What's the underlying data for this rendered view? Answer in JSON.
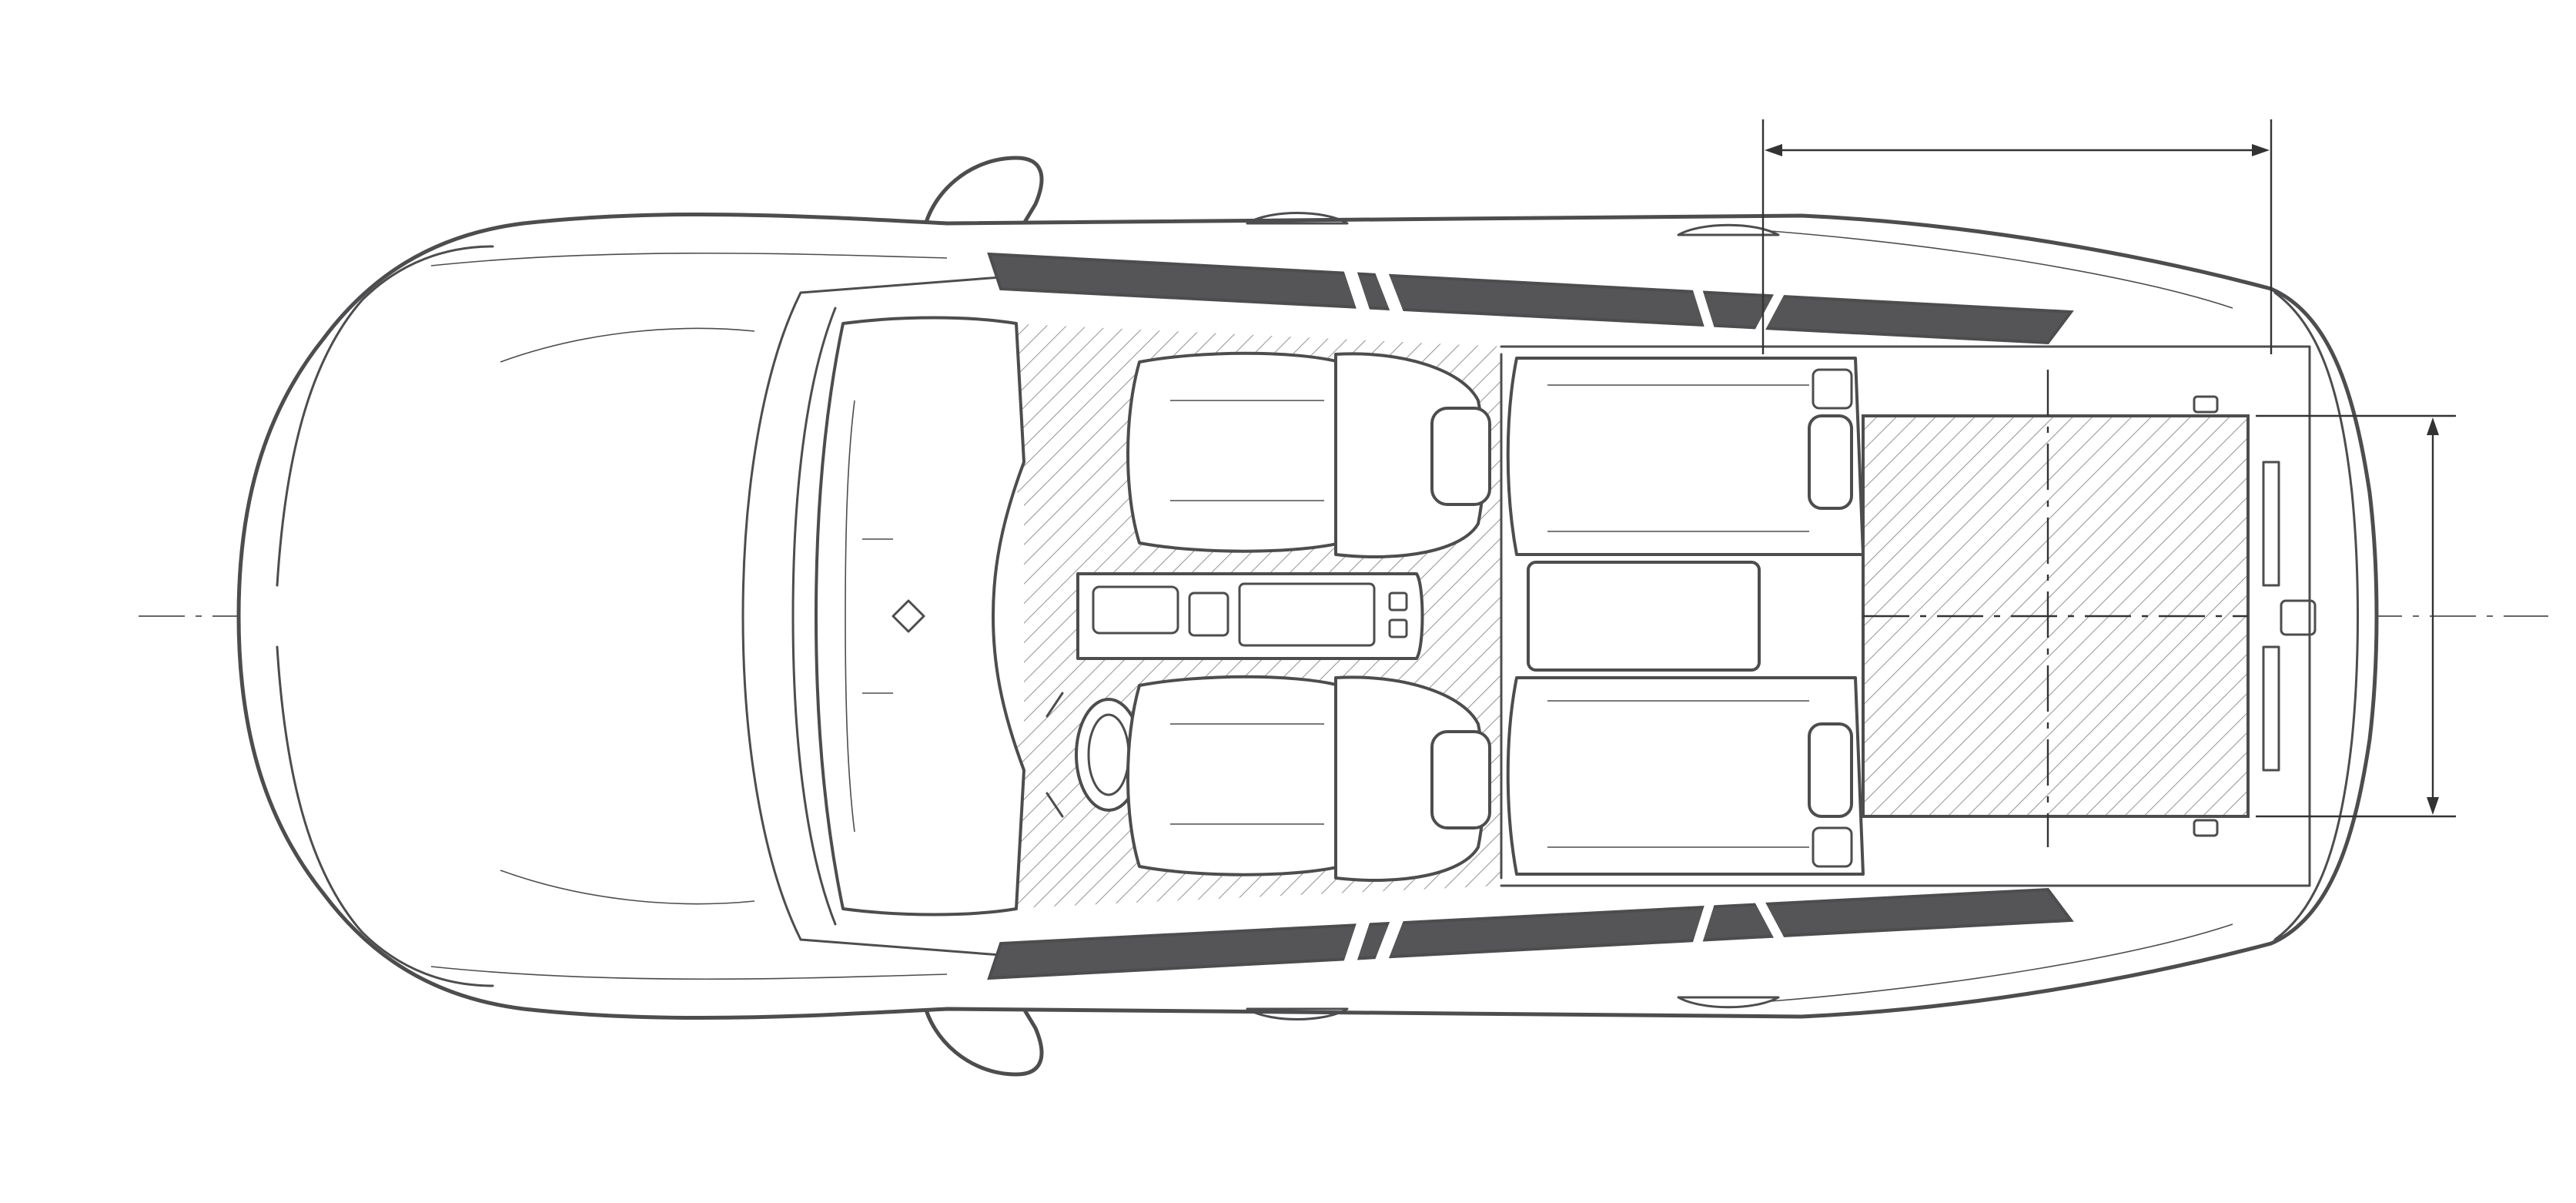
{
  "diagram": {
    "view": "top-view",
    "colors": {
      "outline": "#4d4d4f",
      "glass": "#555557",
      "dimension": "#333333",
      "hatch": "#8c8c8c",
      "background": "#ffffff"
    },
    "components": [
      "body-shell",
      "windshield",
      "dashboard",
      "steering-wheel",
      "side-mirrors",
      "side-glass",
      "front-seats",
      "rear-seats",
      "center-console",
      "cargo-floor",
      "dimension-arrows"
    ]
  }
}
